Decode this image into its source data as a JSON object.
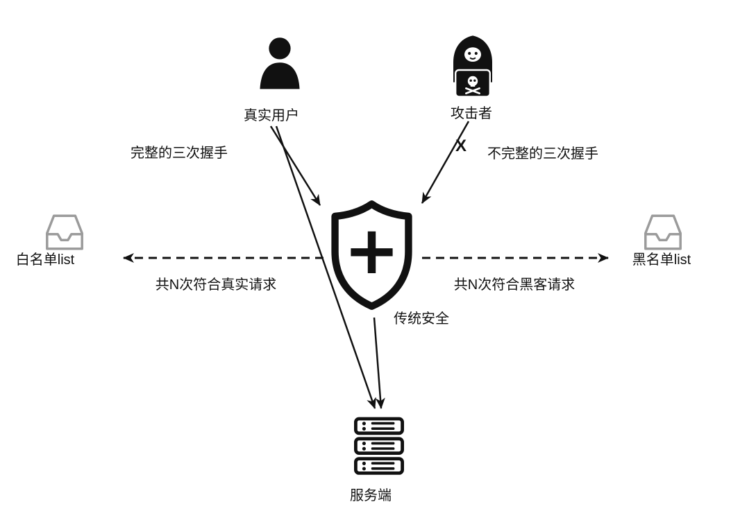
{
  "diagram": {
    "nodes": {
      "user": {
        "label": "真实用户"
      },
      "attacker": {
        "label": "攻击者"
      },
      "security": {
        "label": "传统安全"
      },
      "server": {
        "label": "服务端"
      },
      "whitelist": {
        "label": "白名单list"
      },
      "blacklist": {
        "label": "黑名单list"
      }
    },
    "edges": {
      "complete_handshake": {
        "label": "完整的三次握手",
        "style": "solid-arrow",
        "from": "user",
        "to": "security"
      },
      "incomplete_handshake": {
        "label": "不完整的三次握手",
        "blocked_mark": "X",
        "style": "solid-arrow",
        "from": "attacker",
        "to": "security"
      },
      "user_to_server": {
        "style": "solid-arrow",
        "from": "user",
        "to": "server"
      },
      "security_to_server": {
        "style": "solid-arrow",
        "from": "security",
        "to": "server"
      },
      "to_whitelist": {
        "label": "共N次符合真实请求",
        "style": "dashed-arrow",
        "from": "security",
        "to": "whitelist"
      },
      "to_blacklist": {
        "label": "共N次符合黑客请求",
        "style": "dashed-arrow",
        "from": "security",
        "to": "blacklist"
      }
    },
    "colors": {
      "ink": "#111111",
      "tray_gray": "#9b9b9b",
      "background": "#ffffff"
    }
  }
}
